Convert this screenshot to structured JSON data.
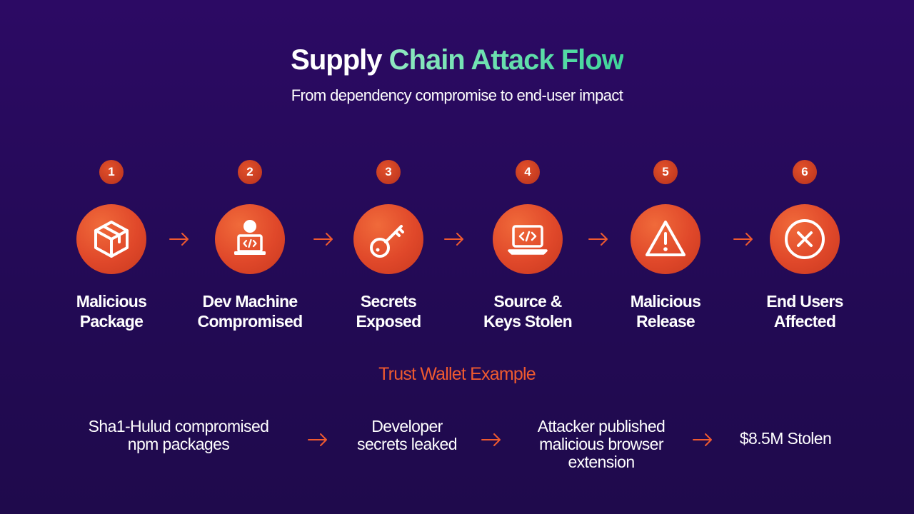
{
  "header": {
    "title_part1": "Supply",
    "title_part2": "Chain Attack Flow",
    "subtitle": "From dependency compromise to end-user impact"
  },
  "steps": [
    {
      "number": "1",
      "icon": "package-box-icon",
      "label_line1": "Malicious",
      "label_line2": "Package"
    },
    {
      "number": "2",
      "icon": "developer-laptop-icon",
      "label_line1": "Dev Machine",
      "label_line2": "Compromised"
    },
    {
      "number": "3",
      "icon": "key-icon",
      "label_line1": "Secrets",
      "label_line2": "Exposed"
    },
    {
      "number": "4",
      "icon": "laptop-code-icon",
      "label_line1": "Source &",
      "label_line2": "Keys Stolen"
    },
    {
      "number": "5",
      "icon": "warning-triangle-icon",
      "label_line1": "Malicious",
      "label_line2": "Release"
    },
    {
      "number": "6",
      "icon": "x-circle-icon",
      "label_line1": "End Users",
      "label_line2": "Affected"
    }
  ],
  "example": {
    "title": "Trust Wallet Example",
    "items": [
      {
        "lines": [
          "Sha1-Hulud compromised",
          "npm packages"
        ]
      },
      {
        "lines": [
          "Developer",
          "secrets leaked"
        ]
      },
      {
        "lines": [
          "Attacker published",
          "malicious browser",
          "extension"
        ]
      },
      {
        "lines": [
          "$8.5M Stolen"
        ]
      }
    ]
  },
  "colors": {
    "background": "#2c0a64",
    "accent_orange": "#e0482a",
    "accent_green": "#3fd69a",
    "example_title": "#ef5a2f"
  }
}
